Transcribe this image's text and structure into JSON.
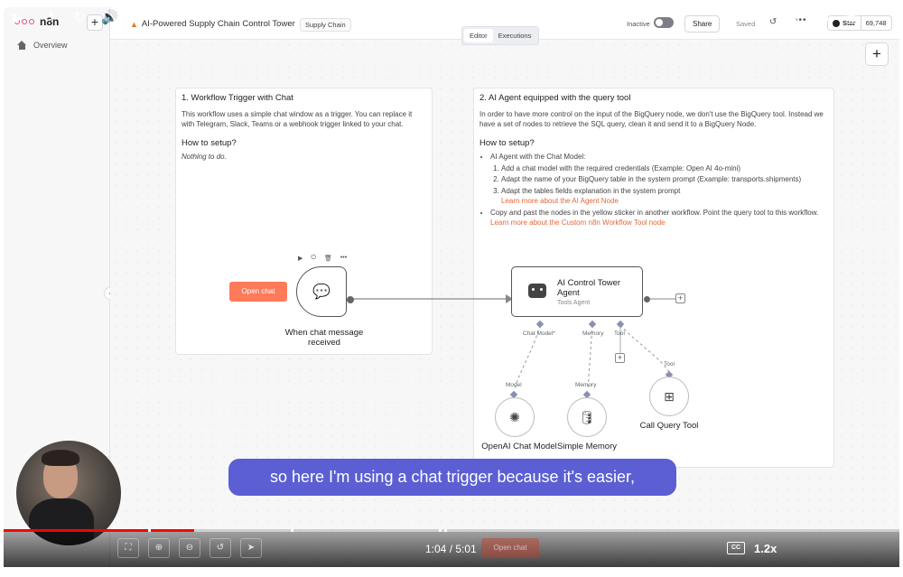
{
  "app": {
    "logo_text": "n8n",
    "new_label": "+"
  },
  "sidebar": {
    "items": [
      {
        "label": "Overview",
        "icon": "home-icon"
      }
    ]
  },
  "header": {
    "title": "AI-Powered Supply Chain Control Tower",
    "tag": "Supply Chain",
    "status": "Inactive",
    "share": "Share",
    "saved": "Saved",
    "github_star": "Star",
    "github_count": "69,748"
  },
  "tabs": [
    {
      "label": "Editor",
      "active": true
    },
    {
      "label": "Executions",
      "active": false
    }
  ],
  "sticky1": {
    "title": "1. Workflow Trigger with Chat",
    "body": "This workflow uses a simple chat window as a trigger. You can replace it with Telegram, Slack, Teams or a webhook trigger linked to your chat.",
    "setup_heading": "How to setup?",
    "setup_body": "Nothing to do."
  },
  "sticky2": {
    "title": "2. AI Agent equipped with the query tool",
    "body": "In order to have more control on the input of the BigQuery node, we don't use the BigQuery tool. Instead we have a set of nodes to retrieve the SQL query, clean it and send it to a BigQuery Node.",
    "setup_heading": "How to setup?",
    "bullet1": "AI Agent with the Chat Model:",
    "step1": "Add a chat model with the required credentials (Example: Open AI 4o-mini)",
    "step2": "Adapt the name of your BigQuery table in the system prompt (Example: transports.shipments)",
    "step3": "Adapt the tables fields explanation in the system prompt",
    "link1": "Learn more about the AI Agent Node",
    "bullet2": "Copy and past the nodes in the yellow sticker in another workflow. Point the query tool to this workflow.",
    "link2": "Learn more about the Custom n8n Workflow Tool node"
  },
  "nodes": {
    "open_chat": "Open chat",
    "trigger_label": "When chat message received",
    "agent_title": "AI Control Tower Agent",
    "agent_sub": "Tools Agent",
    "port_chat_model": "Chat Model*",
    "port_memory": "Memory",
    "port_tool": "Tool",
    "openai_port": "Model",
    "openai_label": "OpenAI Chat Model",
    "memory_port": "Memory",
    "memory_label": "Simple Memory",
    "tool_port": "Tool",
    "tool_label": "Call Query Tool"
  },
  "video": {
    "caption": "so here I'm using a chat trigger because it's easier,",
    "time": "1:04 / 5:01",
    "speed": "1.2x",
    "cc": "CC",
    "progress": 0.213
  }
}
